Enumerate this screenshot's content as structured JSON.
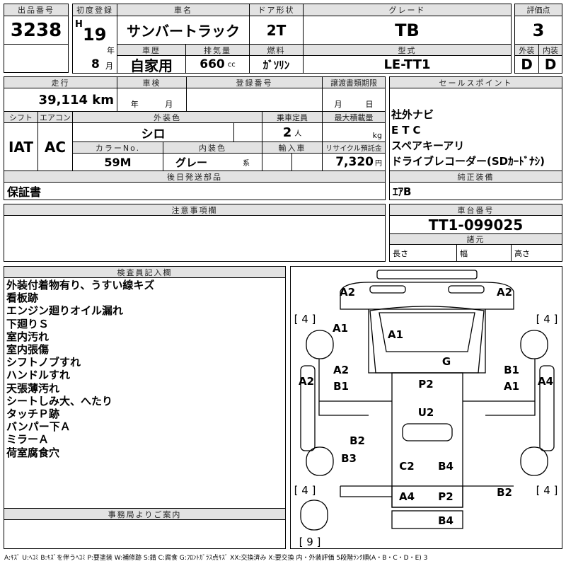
{
  "lot": {
    "label": "出品番号",
    "value": "3238"
  },
  "reg": {
    "label": "初度登録",
    "era": "H",
    "year": "19",
    "year_unit": "年",
    "month": "8",
    "month_unit": "月"
  },
  "car_name": {
    "label": "車名",
    "value": "サンバートラック"
  },
  "door": {
    "label": "ドア形状",
    "value": "2T"
  },
  "grade": {
    "label": "グレード",
    "value": "TB"
  },
  "score": {
    "label": "評価点",
    "value": "3",
    "ext_label": "外装",
    "int_label": "内装",
    "ext": "D",
    "int": "D"
  },
  "history": {
    "label": "車歴",
    "value": "自家用"
  },
  "displacement": {
    "label": "排気量",
    "value": "660",
    "unit": "cc"
  },
  "fuel": {
    "label": "燃料",
    "value": "ｶﾞｿﾘﾝ"
  },
  "model": {
    "label": "型式",
    "value": "LE-TT1"
  },
  "mileage": {
    "label": "走行",
    "value": "39,114 km"
  },
  "inspection": {
    "label": "車検",
    "year_unit": "年",
    "month_unit": "月"
  },
  "plate": {
    "label": "登録番号"
  },
  "transfer": {
    "label": "譲渡書類期限",
    "month_unit": "月",
    "day_unit": "日"
  },
  "shift": {
    "label": "シフト",
    "value": "IAT"
  },
  "ac": {
    "label": "エアコン",
    "value": "AC"
  },
  "ext_color": {
    "label": "外装色",
    "value": "シロ"
  },
  "capacity": {
    "label": "乗車定員",
    "value": "2",
    "unit": "人"
  },
  "max_load": {
    "label": "最大積載量",
    "unit": "kg"
  },
  "color_no": {
    "label": "カラーNo.",
    "value": "59M"
  },
  "int_color": {
    "label": "内装色",
    "value": "グレー",
    "unit": "系"
  },
  "import": {
    "label": "輸入車"
  },
  "recycle": {
    "label": "リサイクル預託金",
    "value": "7,320",
    "unit": "円"
  },
  "later_parts": {
    "label": "後日発送部品",
    "value": "保証書"
  },
  "sales_points": {
    "label": "セールスポイント",
    "items": [
      "社外ナビ",
      "ETC",
      "スペアキーアリ",
      "ドライブレコーダー(SDｶｰﾄﾞﾅｼ)"
    ]
  },
  "genuine": {
    "label": "純正装備",
    "value": "ｴｱB"
  },
  "notes": {
    "label": "注意事項欄"
  },
  "chassis": {
    "label": "車台番号",
    "value": "TT1-099025",
    "spec_label": "諸元",
    "length": "長さ",
    "width": "幅",
    "height": "高さ"
  },
  "inspector": {
    "label": "検査員記入欄",
    "items": [
      "外装付着物有り、うすい線キズ",
      "看板跡",
      "エンジン廻りオイル漏れ",
      "下廻りＳ",
      "室内汚れ",
      "室内張傷",
      "シフトノブすれ",
      "ハンドルすれ",
      "天張薄汚れ",
      "シートしみ大、へたり",
      "タッチＰ跡",
      "バンパー下Ａ",
      "ミラーＡ",
      "荷室腐食穴"
    ]
  },
  "office": {
    "label": "事務局よりご案内"
  },
  "diagram": {
    "marks": [
      "A2",
      "A2",
      "[ 4 ]",
      "[ 4 ]",
      "A1",
      "A1",
      "G",
      "A2",
      "B1",
      "A2",
      "B1",
      "P2",
      "A1",
      "A4",
      "U2",
      "B2",
      "B3",
      "C2",
      "B4",
      "[ 4 ]",
      "[ 4 ]",
      "A4",
      "P2",
      "B2",
      "B4",
      "[ 9 ]"
    ]
  },
  "legend": "A:ｷｽﾞ U:ﾍｺﾐ B:ｷｽﾞを伴うﾍｺﾐ P:要塗装 W:補修跡 S:錆 C:腐食 G:ﾌﾛﾝﾄｶﾞﾗｽ点ｷｽﾞ XX:交換済み X:要交換 内・外装評価 5段階ﾗﾝｸ順(A・B・C・D・E) 3"
}
